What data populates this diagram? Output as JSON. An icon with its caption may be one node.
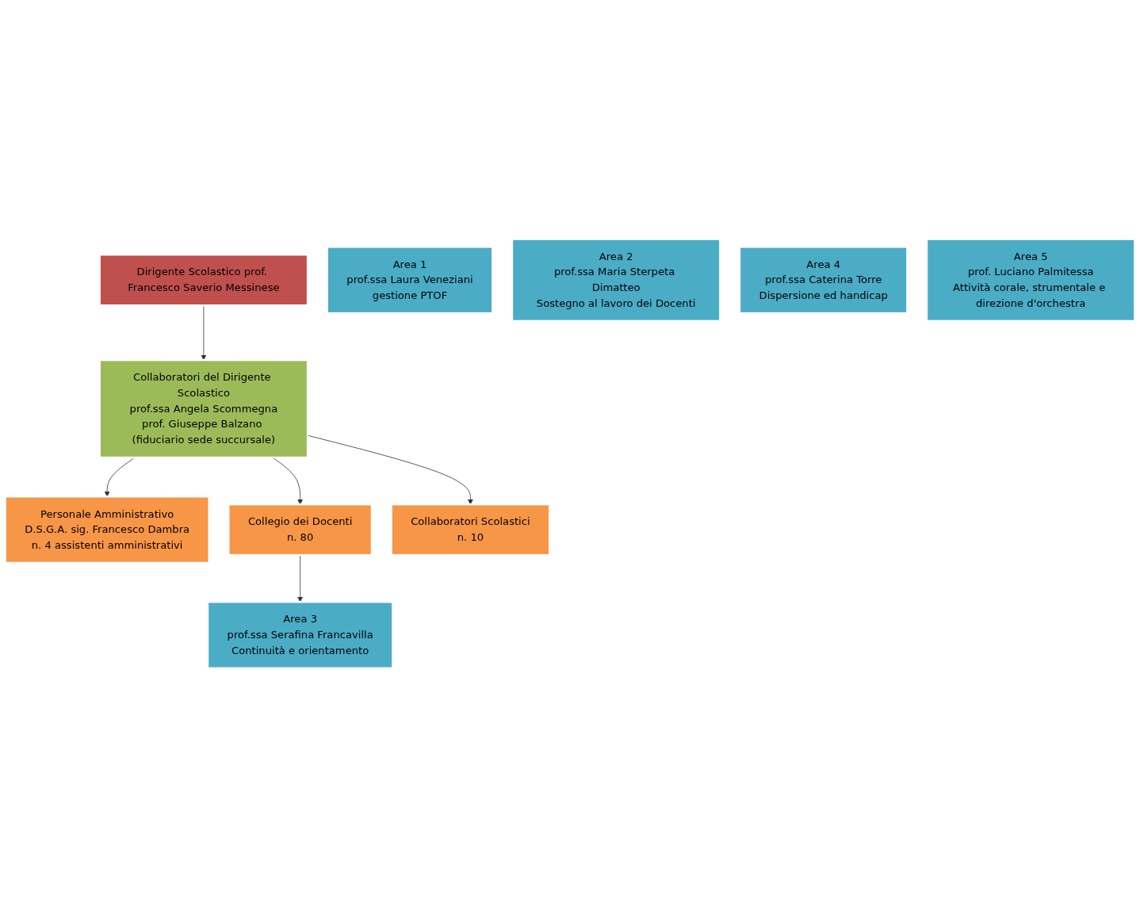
{
  "diagram": {
    "nodes": [
      {
        "text": [
          "Dirigente Scolastico prof. Francesco Saverio Messinese"
        ]
      },
      {
        "text": [
          "Collaboratori del Dirigente Scolastico",
          "prof.ssa Angela Scommegna",
          "prof. Giuseppe Balzano (fiduciario sede succursale)"
        ]
      },
      {
        "text": [
          "Personale Amministrativo",
          "D.S.G.A. sig. Francesco Dambra",
          "n. 4 assistenti amministrativi"
        ]
      },
      {
        "text": [
          "Collegio dei Docenti",
          "n. 80"
        ]
      },
      {
        "text": [
          "Collaboratori Scolastici",
          "n. 10"
        ]
      },
      {
        "text": [
          "Area 1",
          "prof.ssa Laura Veneziani",
          "gestione PTOF"
        ]
      },
      {
        "text": [
          "Area 2",
          "prof.ssa Maria Sterpeta Dimatteo",
          "Sostegno al lavoro dei Docenti"
        ]
      },
      {
        "text": [
          "Area 3",
          "prof.ssa Serafina Francavilla",
          "Continuità e orientamento"
        ]
      },
      {
        "text": [
          "Area 4",
          "prof.ssa Caterina Torre",
          "Dispersione ed handicap"
        ]
      },
      {
        "text": [
          "Area 5",
          "prof. Luciano Palmitessa",
          "Attività corale, strumentale e direzione d'orchestra"
        ]
      }
    ],
    "edges": [
      {
        "from": 0,
        "to": 1,
        "arrow": "to"
      },
      {
        "from": 1,
        "to": 2,
        "arrow": "to"
      },
      {
        "from": 1,
        "to": 3,
        "arrow": "to"
      },
      {
        "from": 1,
        "to": 4,
        "arrow": "to"
      },
      {
        "from": 3,
        "to": 7,
        "arrow": "to"
      }
    ]
  }
}
